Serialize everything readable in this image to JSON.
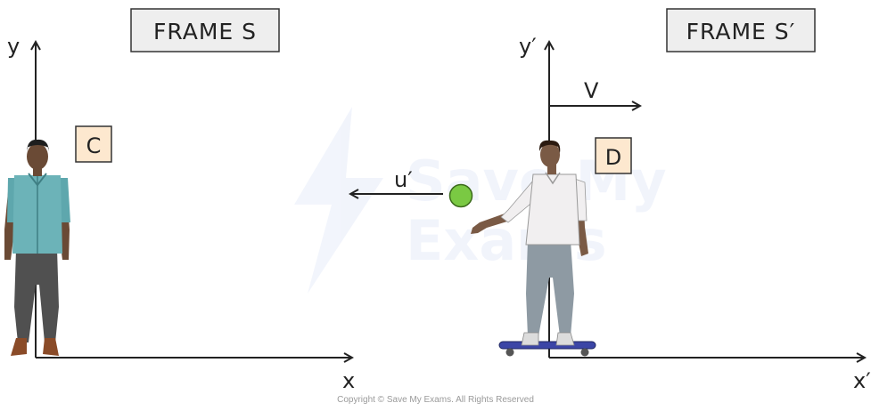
{
  "frames": {
    "s": {
      "title": "FRAME S",
      "y_label": "y",
      "x_label": "x",
      "observer": "C"
    },
    "s_prime": {
      "title": "FRAME S′",
      "y_label": "y′",
      "x_label": "x′",
      "observer": "D",
      "velocity_label": "V"
    }
  },
  "ball": {
    "velocity_label": "u′",
    "color": "#7ac943"
  },
  "watermark": {
    "line1": "Save My",
    "line2": "Exams"
  },
  "copyright": "Copyright © Save My Exams. All Rights Reserved",
  "colors": {
    "label_box_fill": "#fde8cf",
    "frame_box_fill": "#eeeeee",
    "skateboard": "#3b45a6"
  }
}
